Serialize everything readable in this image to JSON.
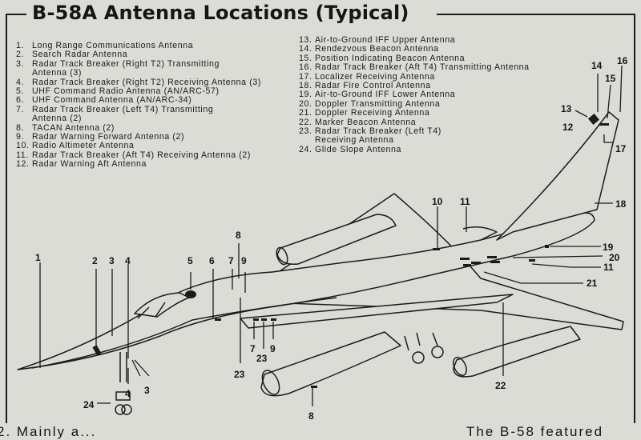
{
  "title": "B-58A Antenna Locations (Typical)",
  "legend": {
    "column_1": [
      {
        "num": "1.",
        "lines": [
          "Long Range Communications Antenna"
        ]
      },
      {
        "num": "2.",
        "lines": [
          "Search Radar Antenna"
        ]
      },
      {
        "num": "3.",
        "lines": [
          "Radar Track Breaker (Right T2) Transmitting",
          "Antenna (3)"
        ]
      },
      {
        "num": "4.",
        "lines": [
          "Radar Track Breaker (Right T2) Receiving Antenna (3)"
        ]
      },
      {
        "num": "5.",
        "lines": [
          "UHF Command Radio Antenna (AN/ARC-57)"
        ]
      },
      {
        "num": "6.",
        "lines": [
          "UHF Command Antenna (AN/ARC-34)"
        ]
      },
      {
        "num": "7.",
        "lines": [
          "Radar Track Breaker (Left T4) Transmitting",
          "Antenna (2)"
        ]
      },
      {
        "num": "8.",
        "lines": [
          "TACAN Antenna (2)"
        ]
      },
      {
        "num": "9.",
        "lines": [
          "Radar Warning Forward Antenna (2)"
        ]
      },
      {
        "num": "10.",
        "lines": [
          "Radio Altimeter Antenna"
        ]
      },
      {
        "num": "11.",
        "lines": [
          "Radar Track Breaker (Aft T4) Receiving Antenna (2)"
        ]
      },
      {
        "num": "12.",
        "lines": [
          "Radar Warning Aft Antenna"
        ]
      }
    ],
    "column_2": [
      {
        "num": "13.",
        "lines": [
          "Air-to-Ground IFF Upper Antenna"
        ]
      },
      {
        "num": "14.",
        "lines": [
          "Rendezvous Beacon Antenna"
        ]
      },
      {
        "num": "15.",
        "lines": [
          "Position Indicating Beacon Antenna"
        ]
      },
      {
        "num": "16.",
        "lines": [
          "Radar Track Breaker (Aft T4) Transmitting Antenna"
        ]
      },
      {
        "num": "17.",
        "lines": [
          "Localizer Receiving Antenna"
        ]
      },
      {
        "num": "18.",
        "lines": [
          "Radar Fire Control Antenna"
        ]
      },
      {
        "num": "19.",
        "lines": [
          "Air-to-Ground IFF Lower Antenna"
        ]
      },
      {
        "num": "20.",
        "lines": [
          "Doppler Transmitting Antenna"
        ]
      },
      {
        "num": "21.",
        "lines": [
          "Doppler Receiving Antenna"
        ]
      },
      {
        "num": "22.",
        "lines": [
          "Marker Beacon Antenna"
        ]
      },
      {
        "num": "23.",
        "lines": [
          "Radar Track Breaker (Left T4)",
          "Receiving Antenna"
        ]
      },
      {
        "num": "24.",
        "lines": [
          "Glide Slope Antenna"
        ]
      }
    ]
  },
  "callouts": {
    "n1": "1",
    "n2": "2",
    "n3a": "3",
    "n3b": "3",
    "n4a": "4",
    "n4b": "4",
    "n5": "5",
    "n6": "6",
    "n7a": "7",
    "n7b": "7",
    "n8a": "8",
    "n8b": "8",
    "n9a": "9",
    "n9b": "9",
    "n10": "10",
    "n11a": "11",
    "n11b": "11",
    "n12": "12",
    "n13": "13",
    "n14": "14",
    "n15": "15",
    "n16": "16",
    "n17": "17",
    "n18": "18",
    "n19": "19",
    "n20": "20",
    "n21": "21",
    "n22": "22",
    "n23a": "23",
    "n23b": "23",
    "n24": "24"
  },
  "bottom_text": {
    "left": "2. Mainly a...",
    "right": "The B-58 featured"
  },
  "colors": {
    "background": "#dcdcd6",
    "ink": "#151515"
  }
}
